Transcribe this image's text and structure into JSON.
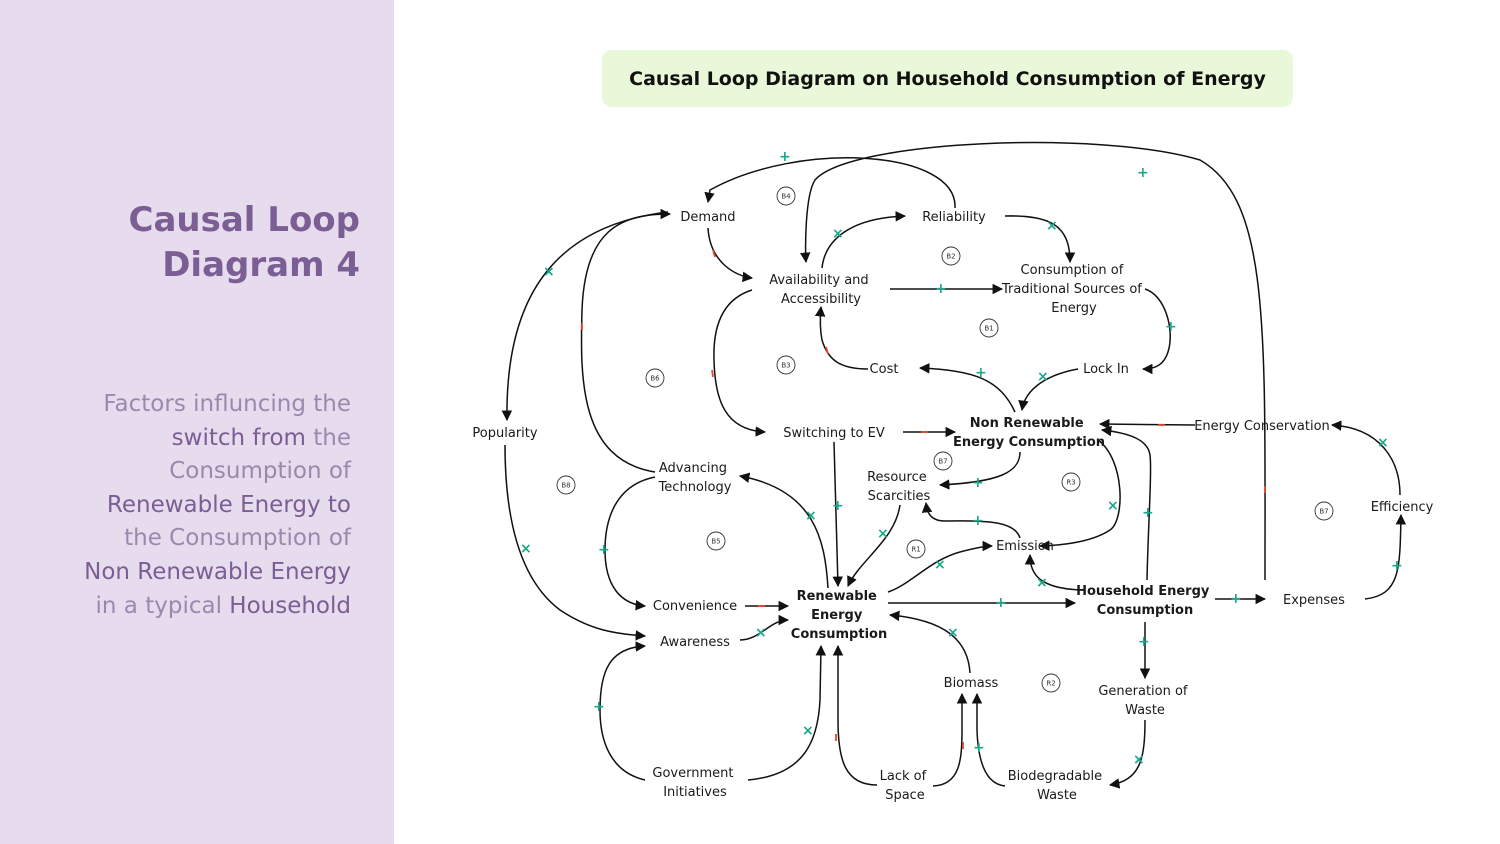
{
  "sidebar": {
    "title_lines": [
      "Causal Loop",
      "Diagram 4"
    ],
    "description": {
      "line1": "Factors influncing the",
      "line2_bold": "switch from",
      "line2_rest": " the",
      "line3": "Consumption of",
      "line4_bold": "Renewable Energy to",
      "line5": "the Consumption of",
      "line6_bold": "Non Renewable Energy",
      "line7_pre": "in a typical ",
      "line7_bold": "Household"
    }
  },
  "diagram": {
    "title": "Causal Loop Diagram on Household Consumption of Energy",
    "nodes": {
      "demand": [
        "Demand"
      ],
      "reliability": [
        "Reliability"
      ],
      "availability": [
        "Availability and",
        "Accessibility"
      ],
      "traditional": [
        "Consumption of",
        "Traditional Sources of",
        "Energy"
      ],
      "cost": [
        "Cost"
      ],
      "lock_in": [
        "Lock In"
      ],
      "popularity": [
        "Popularity"
      ],
      "switching_ev": [
        "Switching to EV"
      ],
      "non_renewable": [
        "Non Renewable",
        "Energy Consumption"
      ],
      "energy_conservation": [
        "Energy Conservation"
      ],
      "advancing_tech": [
        "Advancing",
        "Technology"
      ],
      "resource_scarcities": [
        "Resource",
        "Scarcities"
      ],
      "efficiency": [
        "Efficiency"
      ],
      "emission": [
        "Emission"
      ],
      "convenience": [
        "Convenience"
      ],
      "renewable": [
        "Renewable",
        "Energy",
        "Consumption"
      ],
      "household": [
        "Household Energy",
        "Consumption"
      ],
      "expenses": [
        "Expenses"
      ],
      "awareness": [
        "Awareness"
      ],
      "biomass": [
        "Biomass"
      ],
      "generation_waste": [
        "Generation of",
        "Waste"
      ],
      "gov_initiatives": [
        "Government",
        "Initiatives"
      ],
      "lack_space": [
        "Lack of",
        "Space"
      ],
      "biodegradable": [
        "Biodegradable",
        "Waste"
      ]
    },
    "loops": [
      "B4",
      "B2",
      "B1",
      "B3",
      "B6",
      "B7",
      "R3",
      "B8",
      "B5",
      "R1",
      "B7",
      "R2"
    ],
    "colors": {
      "positive": "#19a88a",
      "negative": "#e04a2a",
      "sidebar_bg": "#e6dcee",
      "title_bg": "#e8f8d8"
    }
  }
}
